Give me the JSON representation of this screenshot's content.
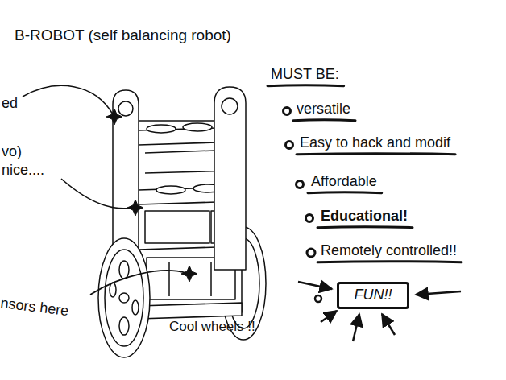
{
  "diagram": {
    "title": "B-ROBOT (self balancing robot)",
    "nodes": [
      {
        "text": [
          "FUN!!"
        ]
      }
    ],
    "labels": [
      "ed",
      "vo)",
      "nice....",
      "nsors here",
      "Cool wheels !!",
      "MUST BE:",
      "versatile",
      "Easy to hack and modif",
      "Affordable",
      "Educational!",
      "Remotely controlled!!"
    ]
  }
}
